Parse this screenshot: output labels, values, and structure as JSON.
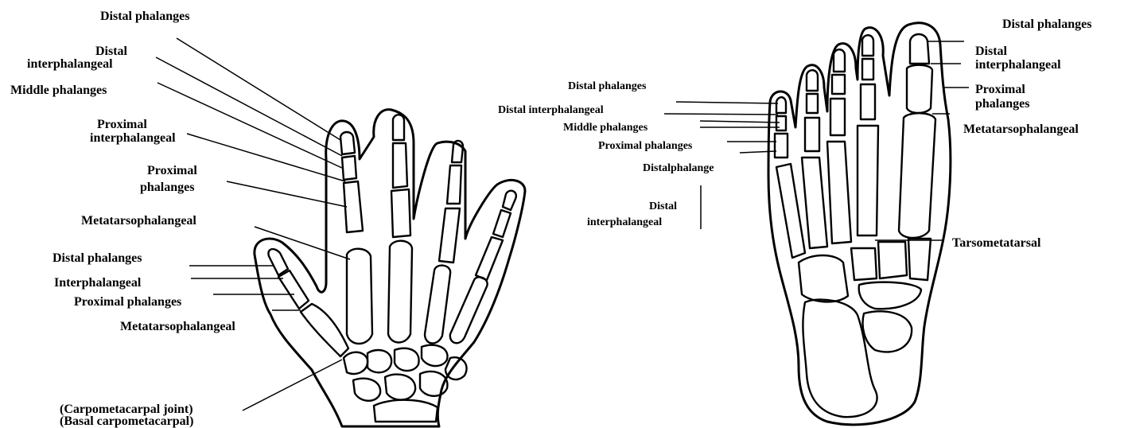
{
  "hand": {
    "labels": {
      "distal_phalanges": "Distal phalanges",
      "distal_interphalangeal_1": "Distal",
      "distal_interphalangeal_2": "interphalangeal",
      "middle_phalanges": "Middle phalanges",
      "proximal_interphalangeal_1": "Proximal",
      "proximal_interphalangeal_2": "interphalangeal",
      "proximal_phalanges_1": "Proximal",
      "proximal_phalanges_2": "phalanges",
      "metatarsophalangeal": "Metatarsophalangeal",
      "thumb_distal_phalanges": "Distal phalanges",
      "thumb_interphalangeal": "Interphalangeal",
      "thumb_proximal_phalanges": "Proximal phalanges",
      "thumb_metatarsophalangeal": "Metatarsophalangeal",
      "carpometacarpal_joint": "(Carpometacarpal  joint)",
      "basal_carpometacarpal": "(Basal carpometacarpal)"
    }
  },
  "foot": {
    "labels": {
      "little_distal_phalanges": "Distal phalanges",
      "little_distal_interphalangeal": "Distal interphalangeal",
      "little_middle_phalanges": "Middle phalanges",
      "little_proximal_phalanges": "Proximal phalanges",
      "little_distalphalange": "Distalphalange",
      "little_distal_interphalangeal_1": "Distal",
      "little_distal_interphalangeal_2": "interphalangeal",
      "big_distal_phalanges": "Distal phalanges",
      "big_distal_interphalangeal_1": "Distal",
      "big_distal_interphalangeal_2": "interphalangeal",
      "big_proximal_phalanges_1": "Proximal",
      "big_proximal_phalanges_2": "phalanges",
      "big_metatarsophalangeal": "Metatarsophalangeal",
      "tarsometatarsal": "Tarsometatarsal"
    }
  }
}
